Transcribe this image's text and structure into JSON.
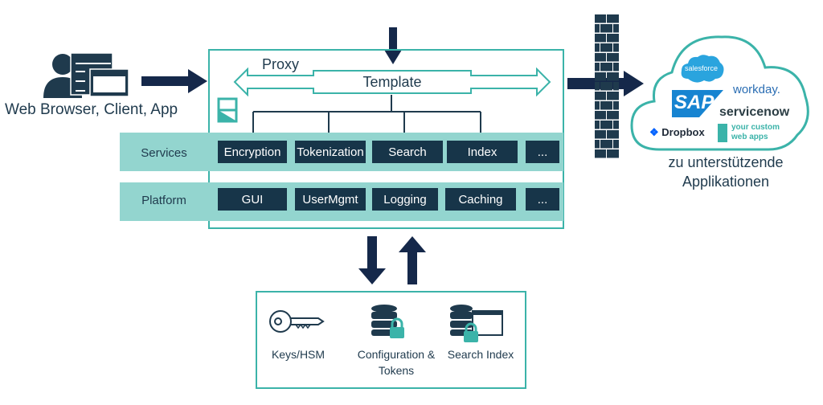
{
  "client": {
    "label": "Web Browser, Client, App",
    "icon": "user-browser-icon"
  },
  "proxy": {
    "label": "Proxy",
    "template_label": "Template",
    "rows": [
      {
        "name": "Services",
        "items": [
          "Encryption",
          "Tokenization",
          "Search",
          "Index",
          "..."
        ]
      },
      {
        "name": "Platform",
        "items": [
          "GUI",
          "UserMgmt",
          "Logging",
          "Caching",
          "..."
        ]
      }
    ]
  },
  "storage": {
    "items": [
      {
        "label": "Keys/HSM",
        "icon": "key-icon"
      },
      {
        "label": "Configuration & Tokens",
        "line1": "Configuration &",
        "line2": "Tokens",
        "icon": "database-lock-icon"
      },
      {
        "label": "Search Index",
        "icon": "database-window-lock-icon"
      }
    ]
  },
  "cloud": {
    "apps": [
      "salesforce",
      "workday.",
      "SAP",
      "servicenow",
      "Dropbox",
      "your custom web apps"
    ],
    "custom_line1": "your custom",
    "custom_line2": "web apps",
    "caption_line1": "zu unterstützende",
    "caption_line2": "Applikationen"
  },
  "colors": {
    "navy": "#173549",
    "teal": "#3bb3a9",
    "band": "#93d5cf",
    "firewall": "#1f3a4d"
  }
}
